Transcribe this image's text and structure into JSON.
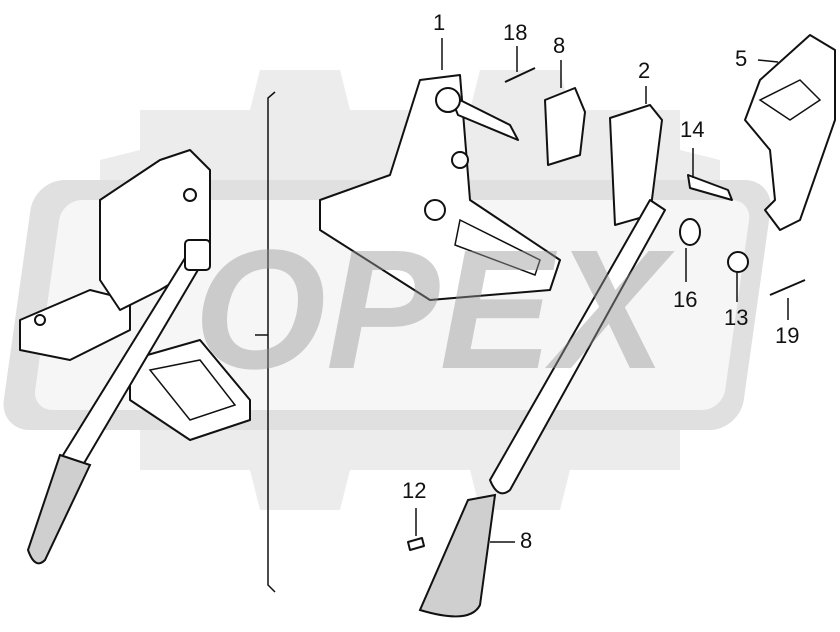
{
  "watermark": {
    "text": "OPEX",
    "gear_color": "#e6e6e6",
    "text_color": "#d2d2d2"
  },
  "callouts": [
    {
      "number": "1"
    },
    {
      "number": "18"
    },
    {
      "number": "8"
    },
    {
      "number": "2"
    },
    {
      "number": "5"
    },
    {
      "number": "14"
    },
    {
      "number": "16"
    },
    {
      "number": "13"
    },
    {
      "number": "19"
    },
    {
      "number": "12"
    },
    {
      "number": "8"
    }
  ]
}
